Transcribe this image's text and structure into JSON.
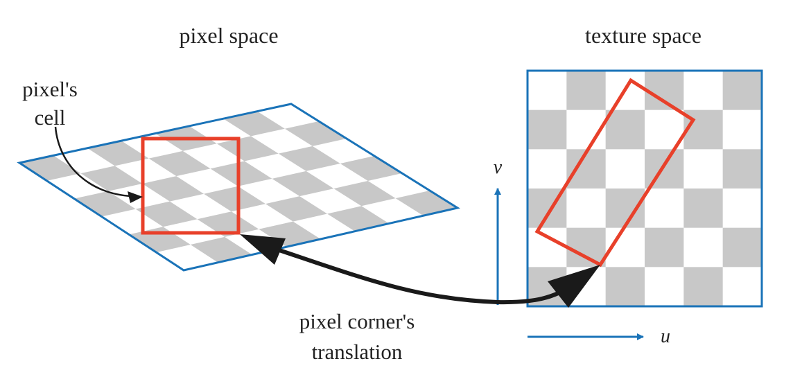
{
  "labels": {
    "pixel_space_title": "pixel space",
    "texture_space_title": "texture space",
    "pixels_cell_line1": "pixel's",
    "pixels_cell_line2": "cell",
    "corner_translation_line1": "pixel corner's",
    "corner_translation_line2": "translation",
    "u_axis": "u",
    "v_axis": "v"
  },
  "colors": {
    "grid_border": "#1a73b8",
    "checker_gray": "#c8c8c8",
    "highlight_red": "#e8402a",
    "arrow_black": "#1a1a1a",
    "axis_blue": "#1a73b8",
    "text": "#222222"
  },
  "pixel_space": {
    "grid_rows": 6,
    "grid_cols": 8
  },
  "texture_space": {
    "grid_rows": 6,
    "grid_cols": 6
  }
}
